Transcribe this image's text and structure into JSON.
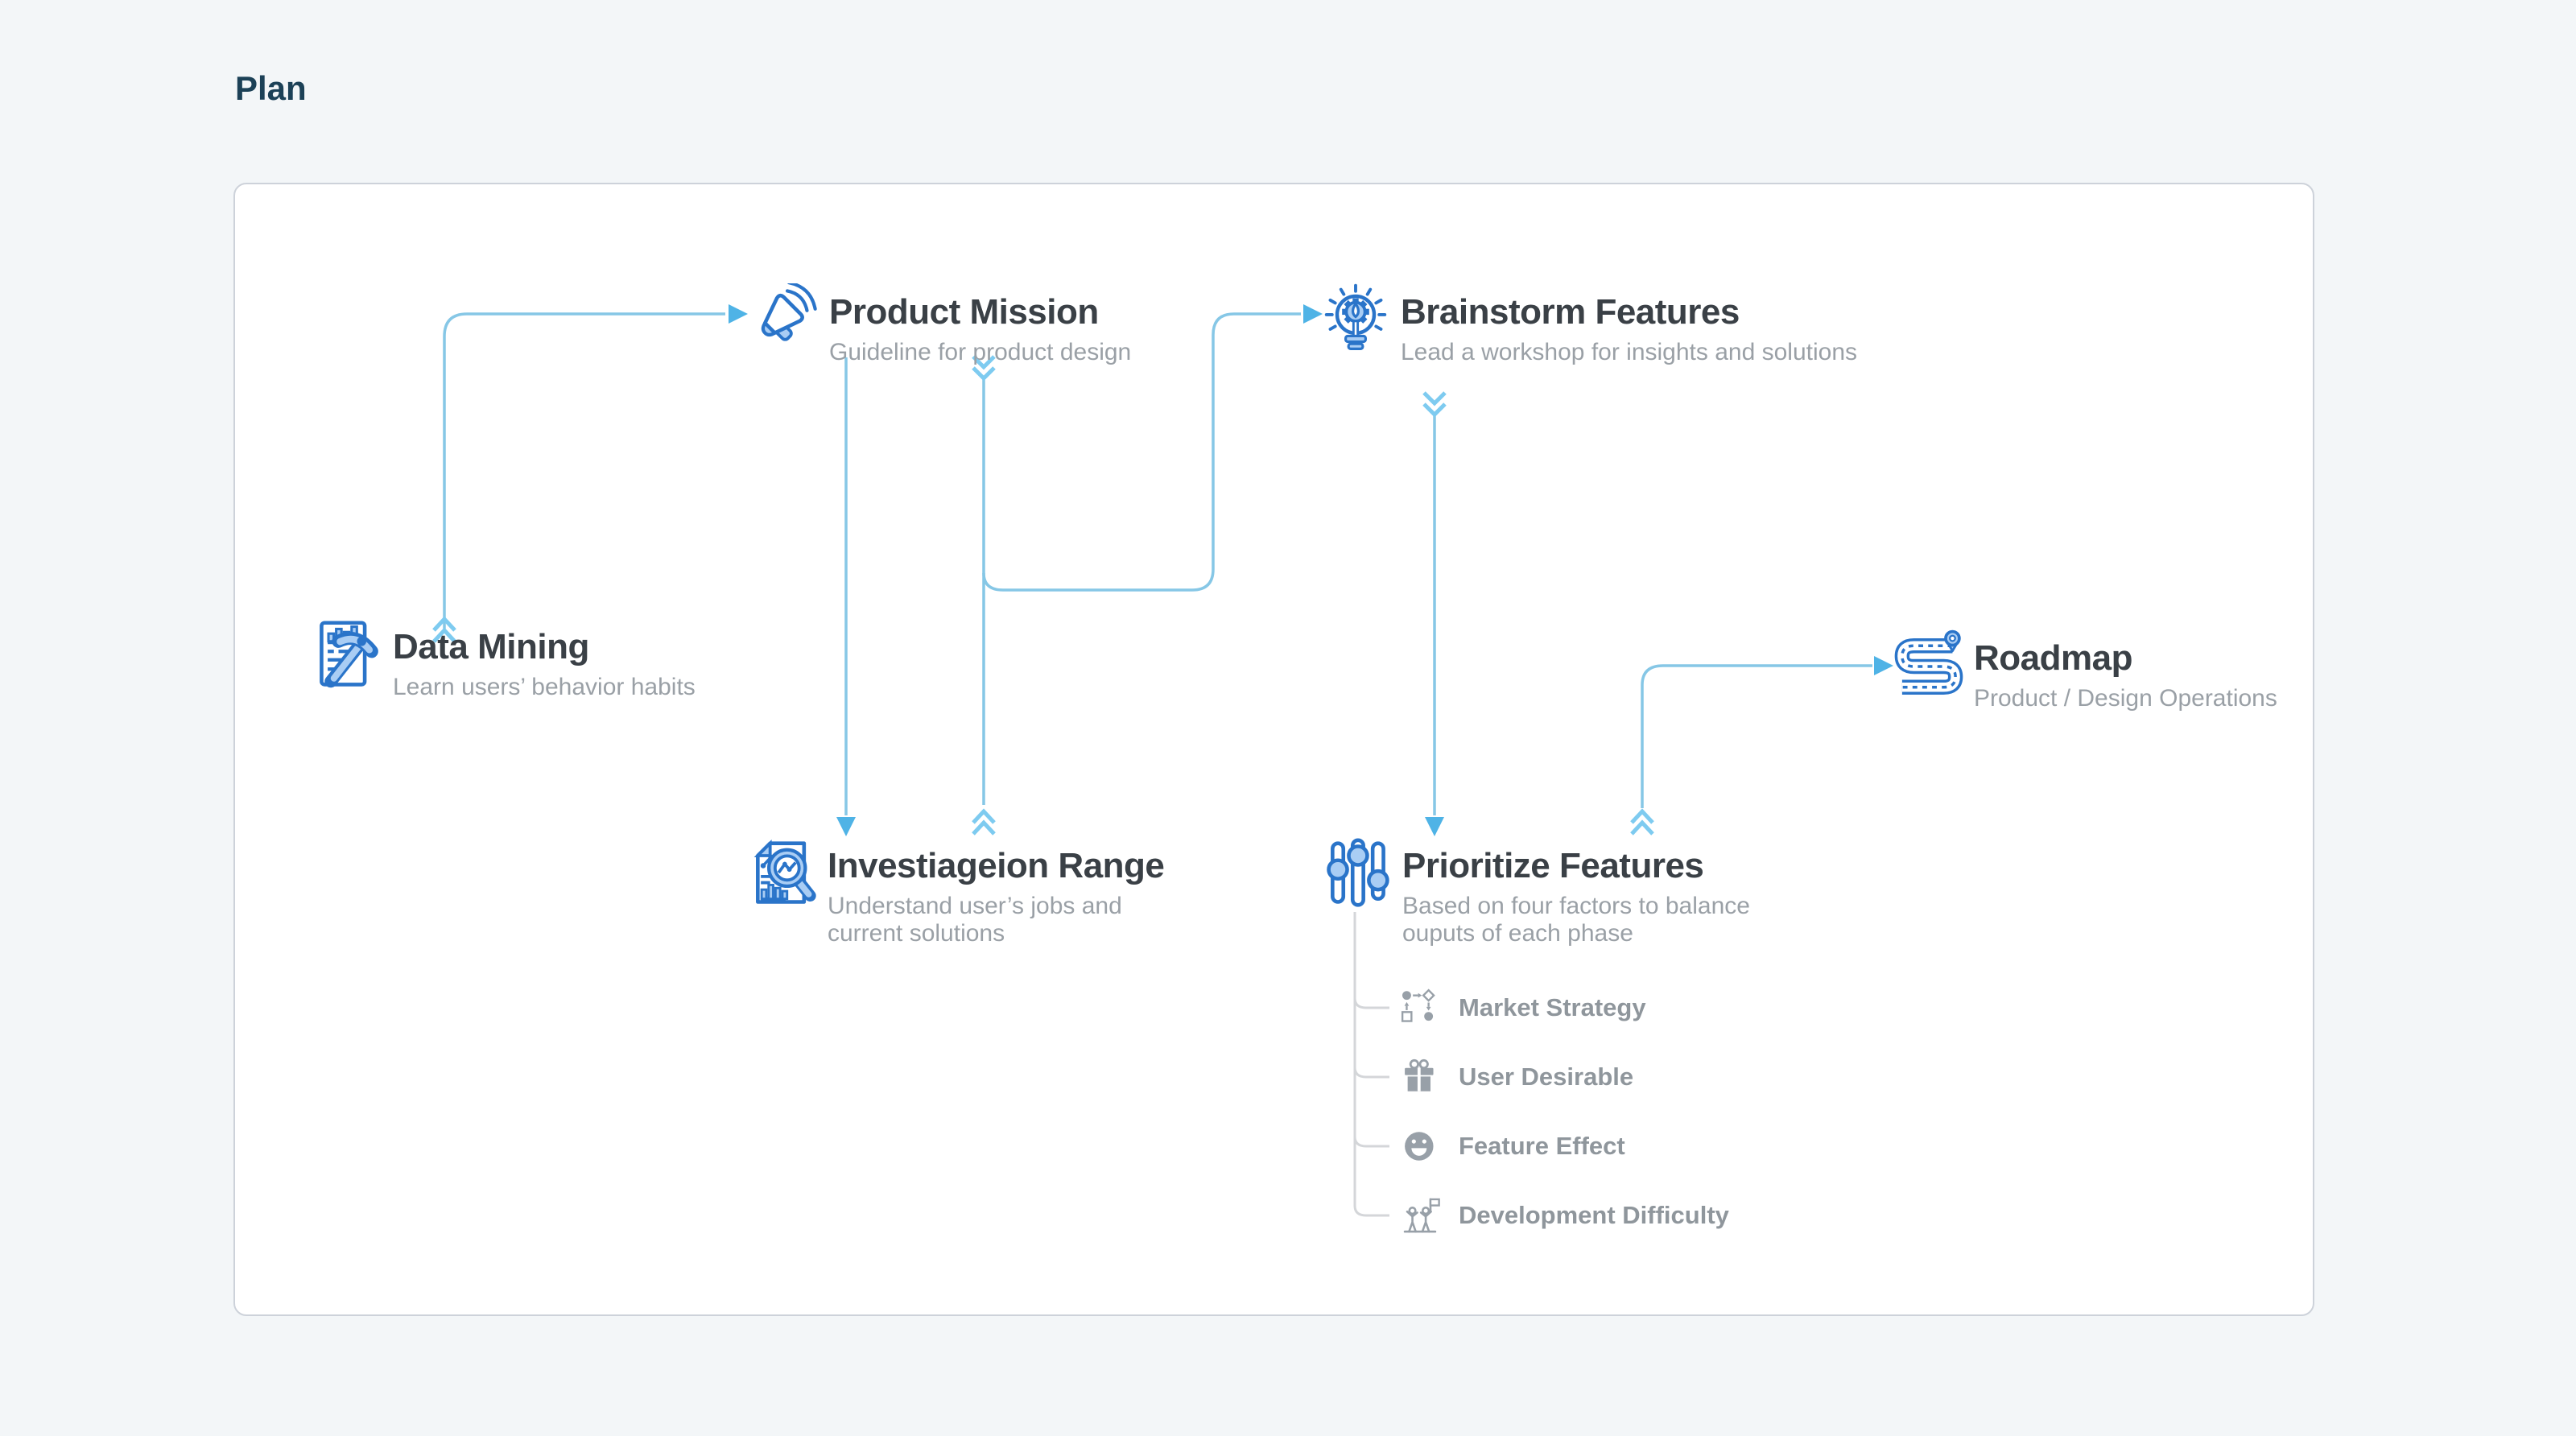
{
  "page": {
    "heading": "Plan"
  },
  "flowchart": {
    "nodes": {
      "data_mining": {
        "title": "Data Mining",
        "subtitle": "Learn users’ behavior habits"
      },
      "product_mission": {
        "title": "Product Mission",
        "subtitle": "Guideline for product design"
      },
      "investigation_range": {
        "title": "Investiageion Range",
        "subtitle_line1": "Understand user’s jobs and",
        "subtitle_line2": "current solutions"
      },
      "brainstorm_features": {
        "title": "Brainstorm Features",
        "subtitle": "Lead a workshop for insights and solutions"
      },
      "prioritize_features": {
        "title": "Prioritize Features",
        "subtitle_line1": "Based on four factors to balance",
        "subtitle_line2": "ouputs of each phase"
      },
      "roadmap": {
        "title": "Roadmap",
        "subtitle": "Product / Design Operations"
      }
    },
    "factors": {
      "market_strategy": "Market Strategy",
      "user_desirable": "User Desirable",
      "feature_effect": "Feature Effect",
      "development_difficulty": "Development Difficulty"
    },
    "colors": {
      "heading_navy": "#1c4157",
      "line_blue": "#86c7e6",
      "chevron_blue": "#7ecbf0",
      "arrow_blue": "#4fb3e6",
      "icon_stroke_blue": "#2a74c9",
      "icon_fill_blue": "#a9cdf4",
      "factor_gray": "#8f969c",
      "tree_line_gray": "#d4d6d9",
      "panel_border": "#cdd2da",
      "background": "#f3f6f8"
    }
  }
}
